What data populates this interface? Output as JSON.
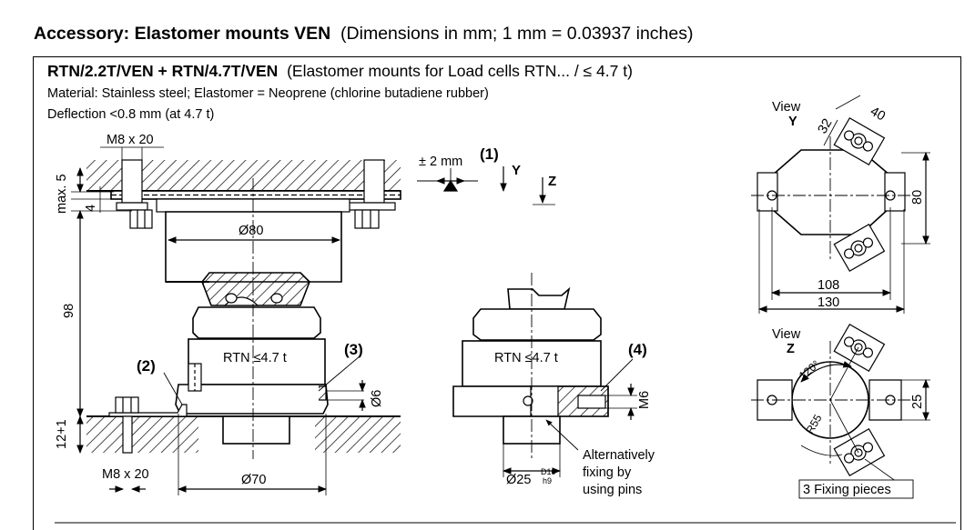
{
  "header": {
    "title": "Accessory: Elastomer mounts VEN",
    "subtitle": "(Dimensions  in mm; 1 mm = 0.03937 inches)"
  },
  "panel": {
    "title": "RTN/2.2T/VEN + RTN/4.7T/VEN",
    "title_note": "(Elastomer mounts for Load cells RTN... / ≤ 4.7 t)",
    "material": "Material: Stainless steel; Elastomer = Neoprene (chlorine butadiene rubber)",
    "deflection": "Deflection <0.8 mm (at 4.7 t)"
  },
  "labels": {
    "m8_top": "M8 x 20",
    "m8_bottom": "M8 x 20",
    "travel": "± 2 mm",
    "note1": "(1)",
    "note2": "(2)",
    "note3": "(3)",
    "note4": "(4)",
    "axis_y": "Y",
    "axis_z": "Z",
    "max5": "max. 5",
    "dim4": "4",
    "dim98": "98",
    "dim12": "12+1",
    "dia80": "Ø80",
    "dia70": "Ø70",
    "rtn_left": "RTN ≤4.7 t",
    "rtn_mid": "RTN ≤4.7 t",
    "dia6": "Ø6",
    "m6": "M6",
    "dia25": "Ø25",
    "dia25_sup": "D10",
    "dia25_sub": "h9",
    "alt_line1": "Alternatively",
    "alt_line2": "fixing by",
    "alt_line3": "using pins",
    "view_y_1": "View",
    "view_y_2": "Y",
    "view_z_1": "View",
    "view_z_2": "Z",
    "dim32": "32",
    "dim40": "40",
    "dim80": "80",
    "dim108": "108",
    "dim130": "130",
    "dim25": "25",
    "angle120": "120°",
    "r55": "R55",
    "fixing_pieces": "3 Fixing pieces"
  }
}
